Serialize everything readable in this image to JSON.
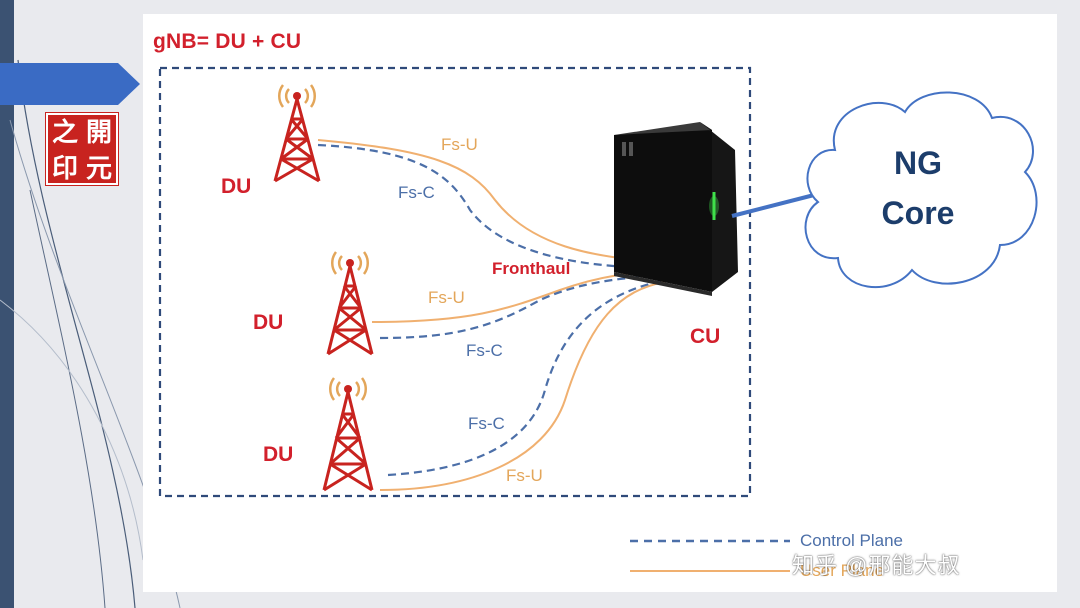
{
  "title": "gNB= DU + CU",
  "seal": {
    "chars": [
      "之",
      "開",
      "印",
      "元"
    ]
  },
  "du_labels": [
    "DU",
    "DU",
    "DU"
  ],
  "cu_label": "CU",
  "fronthaul_label": "Fronthaul",
  "links": {
    "du1": {
      "user": "Fs-U",
      "control": "Fs-C"
    },
    "du2": {
      "user": "Fs-U",
      "control": "Fs-C"
    },
    "du3": {
      "user": "Fs-U",
      "control": "Fs-C"
    }
  },
  "core": {
    "line1": "NG",
    "line2": "Core"
  },
  "legend": {
    "control": "Control Plane",
    "user": "User Plane"
  },
  "watermark": "知乎 @邢能大叔",
  "icons": [
    "arrow-tab-icon",
    "cell-tower-icon",
    "server-icon",
    "cloud-icon"
  ],
  "colors": {
    "accent_red": "#d2202c",
    "user_plane": "#f0b070",
    "control_plane": "#4c6fa8",
    "box_border": "#2f4a7a",
    "core_text": "#1c3d6b",
    "tab_blue": "#3a6bc4"
  }
}
